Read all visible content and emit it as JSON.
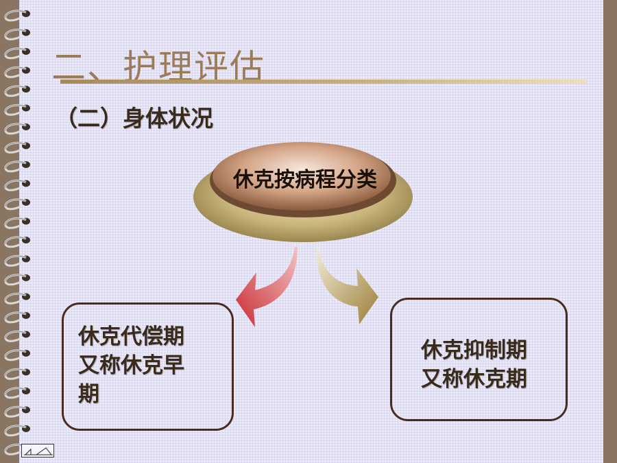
{
  "slide": {
    "title": "二、护理评估",
    "subtitle": "（二）身体状况",
    "center_label": "休克按病程分类",
    "left_box": {
      "lines": [
        "休克代偿期",
        "又称休克早",
        "期"
      ]
    },
    "right_box": {
      "lines": [
        "休克抑制期",
        "又称休克期"
      ]
    }
  },
  "colors": {
    "title": "#9b7b58",
    "text": "#3a2a1a",
    "box_border": "#4a2c1e",
    "badge_outer": "#b9a56c",
    "badge_inner": "#c99777",
    "arrow_left": "#d13a3e",
    "arrow_right": "#a88d4c",
    "margin": "#8a7462",
    "background": "#eceaf6"
  },
  "icons": {
    "spiral": "spiral-binding-icon",
    "nav": "nav-back-icon"
  }
}
